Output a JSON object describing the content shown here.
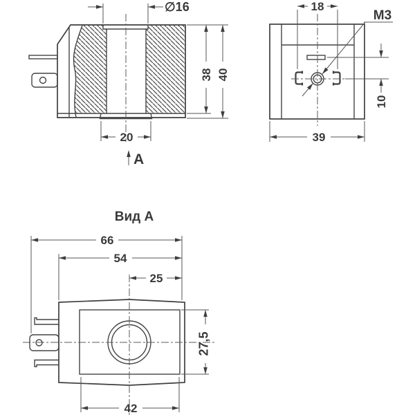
{
  "drawing": {
    "type": "technical-drawing",
    "language": "ru",
    "background_color": "#ffffff",
    "line_color": "#3f3f3f",
    "text_color": "#3a3a3a",
    "views": {
      "side_section": {
        "bore_diameter": "∅16",
        "coil_height": "38",
        "total_height": "40",
        "flange_width": "20",
        "view_direction_label": "А"
      },
      "end_view": {
        "contact_spacing": "18",
        "thread_label": "М3",
        "hole_offset": "10",
        "body_width": "39"
      },
      "view_a": {
        "title": "Вид А",
        "overall_width": "66",
        "body_width": "54",
        "center_to_edge": "25",
        "window_height": "27,5",
        "flange_width": "42"
      }
    }
  }
}
